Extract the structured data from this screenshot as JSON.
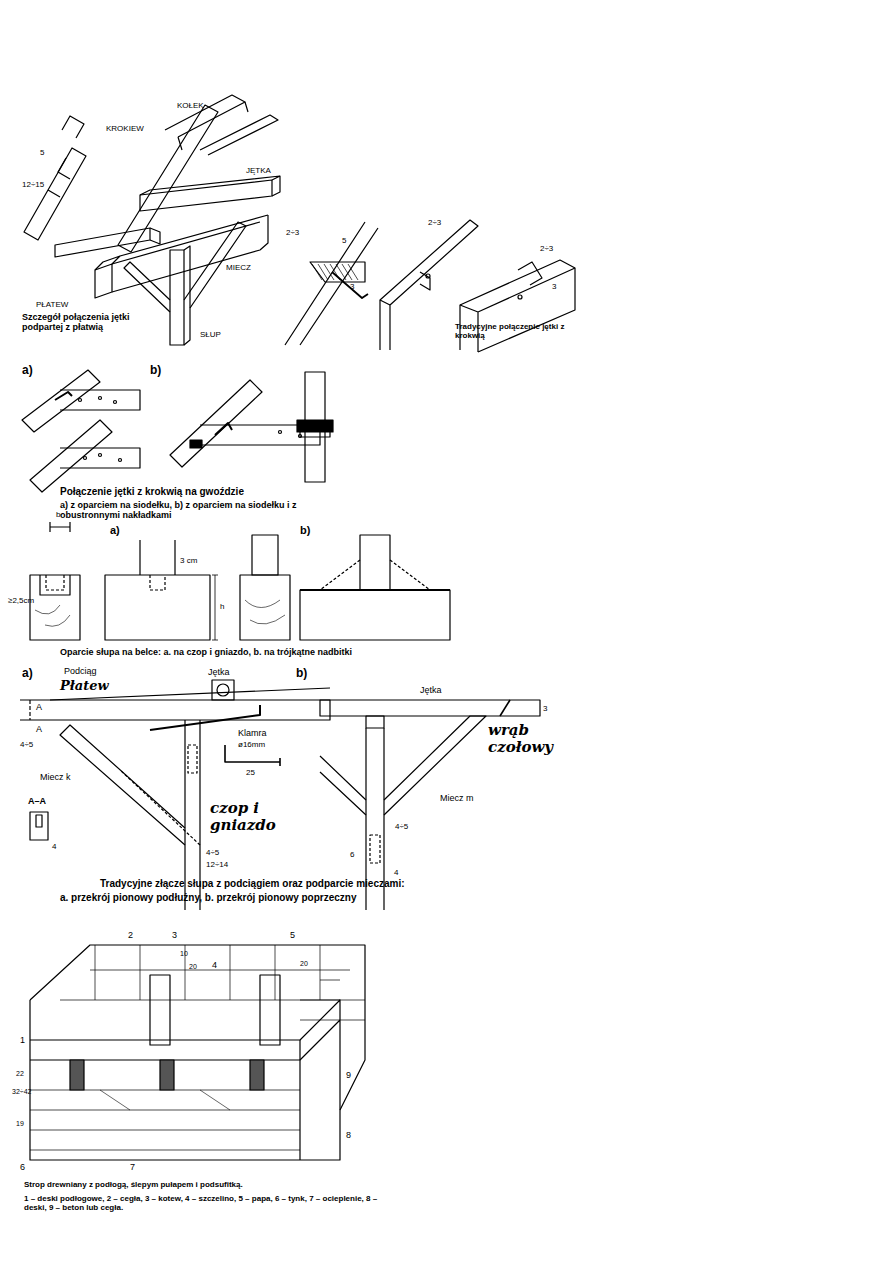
{
  "diagram": {
    "labels": [
      "KOŁEK",
      "KROKIEW",
      "JĘTKA",
      "MIECZ",
      "PŁATEW",
      "SŁUP",
      "Szczegół połączenia jętki podpartej z płatwią",
      "5",
      "12÷15",
      "2÷3",
      "5",
      "3",
      "2÷3",
      "2÷3",
      "3",
      "Tradycyjne połączenie jętki z krokwią",
      "a)",
      "b)",
      "Połączenie jętki z krokwią na gwoździe",
      "a) z oparciem na siodełku, b) z oparciem na siodełku i z obustronnymi nakładkami",
      "b",
      "≥2,5cm",
      "a)",
      "3 cm",
      "h",
      "b)",
      "Oparcie słupa na belce: a. na czop i gniazdo, b. na trójkątne nadbitki",
      "a)",
      "Podciąg",
      "Płatew",
      "Jętka",
      "A",
      "A",
      "4÷5",
      "Klamra",
      "ø16mm",
      "25",
      "Miecz k",
      "A–A",
      "4",
      "czop i gniazdo",
      "4÷5",
      "12÷14",
      "b)",
      "Jętka",
      "3",
      "wrąb czołowy",
      "Miecz m",
      "4÷5",
      "6",
      "4",
      "Tradycyjne złącze słupa z podciągiem oraz podparcie mieczami:",
      "a. przekrój pionowy podłużny, b. przekrój pionowy poprzeczny",
      "2",
      "3",
      "5",
      "10",
      "20",
      "20",
      "4",
      "1",
      "22",
      "32÷42",
      "19",
      "6",
      "7",
      "8",
      "9",
      "Strop drewniany z podłogą, ślepym pułapem i podsufitką.",
      "1 – deski podłogowe, 2 – cegła, 3 – kotew, 4 – szczelino, 5 – papa, 6 – tynk, 7 – ocieplenie, 8 – deski, 9 – beton lub cegła."
    ]
  }
}
